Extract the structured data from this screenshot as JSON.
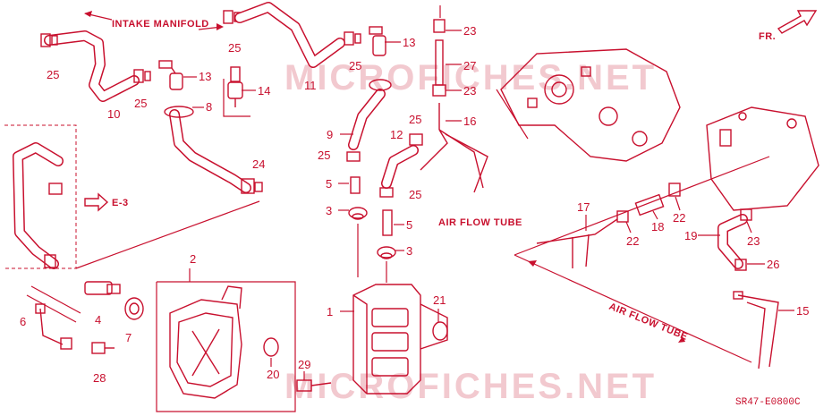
{
  "diagram": {
    "code": "SR47-E0800C",
    "watermarks": [
      "MICROFICHES.NET",
      "MICROFICHES.NET"
    ],
    "captions": {
      "intake_manifold": "INTAKE MANIFOLD",
      "air_flow_tube_1": "AIR FLOW TUBE",
      "air_flow_tube_2": "AIR FLOW TUBE",
      "front": "FR.",
      "ref": "E-3"
    },
    "callouts": [
      "25",
      "25",
      "25",
      "25",
      "25",
      "25",
      "25",
      "10",
      "13",
      "13",
      "14",
      "8",
      "11",
      "9",
      "24",
      "23",
      "27",
      "23",
      "16",
      "12",
      "5",
      "5",
      "3",
      "3",
      "2",
      "1",
      "21",
      "20",
      "29",
      "6",
      "4",
      "7",
      "28",
      "17",
      "22",
      "18",
      "22",
      "19",
      "23",
      "26",
      "15"
    ],
    "colors": {
      "line": "#c8102e",
      "watermark": "#f2c9cf",
      "background": "#ffffff"
    }
  }
}
